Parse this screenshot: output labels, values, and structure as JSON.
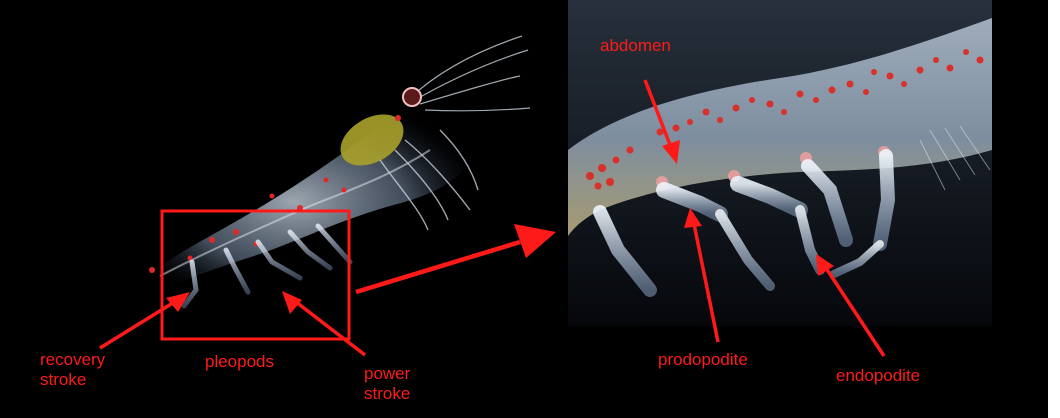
{
  "colors": {
    "background": "#000000",
    "annotation": "#ff1a1a",
    "page": "#ffffff"
  },
  "labels": {
    "recovery_stroke": [
      "recovery",
      "stroke"
    ],
    "pleopods": "pleopods",
    "power_stroke": [
      "power",
      "stroke"
    ],
    "abdomen": "abdomen",
    "prodopodite": "prodopodite",
    "endopodite": "endopodite"
  }
}
